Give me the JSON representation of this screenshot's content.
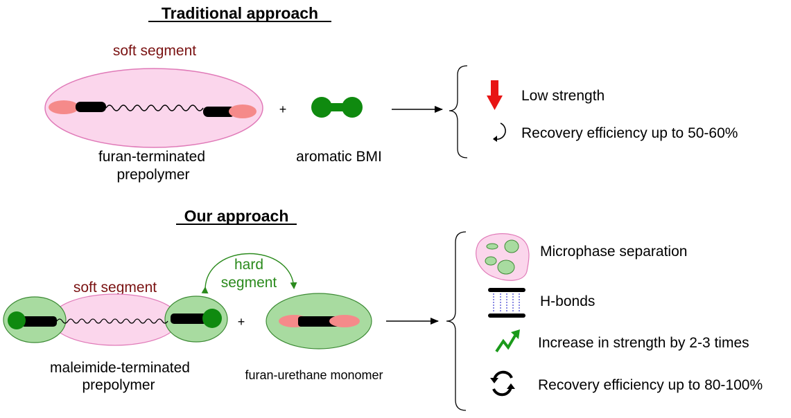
{
  "traditional": {
    "heading": "Traditional approach",
    "soft_segment": "soft segment",
    "prepolymer_line1": "furan-terminated",
    "prepolymer_line2": "prepolymer",
    "plus": "+",
    "reagent": "aromatic BMI",
    "results": [
      {
        "icon": "red-down-arrow-icon",
        "text": "Low strength"
      },
      {
        "icon": "recovery-cycle-icon",
        "text": "Recovery efficiency up to 50-60%"
      }
    ]
  },
  "ours": {
    "heading": "Our approach",
    "soft_segment": "soft segment",
    "hard_segment_line1": "hard",
    "hard_segment_line2": "segment",
    "prepolymer_line1": "maleimide-terminated",
    "prepolymer_line2": "prepolymer",
    "plus": "+",
    "monomer": "furan-urethane monomer",
    "results": [
      {
        "icon": "microphase-blob-icon",
        "text": "Microphase separation"
      },
      {
        "icon": "h-bonds-icon",
        "text": "H-bonds"
      },
      {
        "icon": "green-zigzag-up-arrow-icon",
        "text": "Increase in strength by 2-3 times"
      },
      {
        "icon": "recovery-cycle-bold-icon",
        "text": "Recovery efficiency up to 80-100%"
      }
    ]
  },
  "colors": {
    "soft_fill": "#fbd6ec",
    "soft_stroke": "#e07ab8",
    "hard_fill": "#a8dba0",
    "hard_stroke": "#3c8a34",
    "maleimide_green": "#0f8a0f",
    "furan_pink": "#f58a8a",
    "soft_text": "#7a1212",
    "hard_text": "#2a8a1c",
    "down_arrow": "#e81414",
    "up_arrow": "#1a9a1a"
  }
}
